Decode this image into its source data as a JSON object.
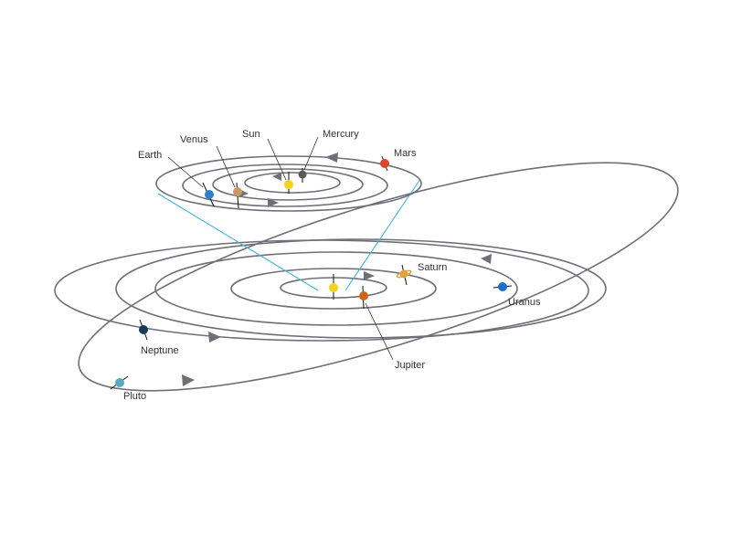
{
  "labels": {
    "earth": "Earth",
    "venus": "Venus",
    "sun_top": "Sun",
    "mercury": "Mercury",
    "mars": "Mars",
    "saturn": "Saturn",
    "uranus": "Uranus",
    "neptune": "Neptune",
    "jupiter": "Jupiter",
    "pluto": "Pluto"
  },
  "colors": {
    "orbit": "#6f6f78",
    "zoom_line": "#3fb8d8",
    "sun": "#f2d21a",
    "mercury": "#5a5a5a",
    "venus": "#c99a66",
    "earth": "#2f7fc6",
    "mars": "#d9472a",
    "jupiter": "#c9661c",
    "saturn": "#e0a23a",
    "uranus": "#1e6fc8",
    "neptune": "#173a5a",
    "pluto": "#5aa6c4"
  }
}
